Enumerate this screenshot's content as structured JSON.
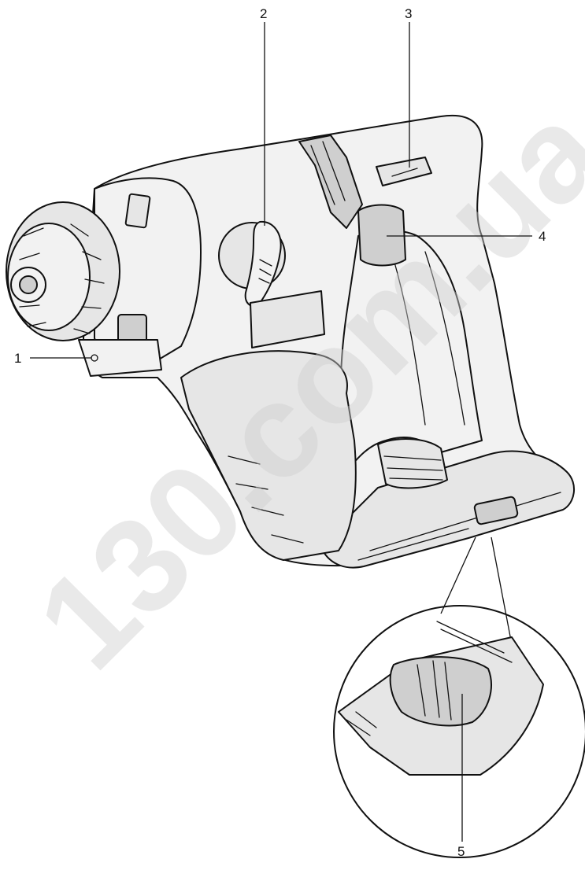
{
  "watermark": "130.com.ua",
  "callouts": {
    "c1": "1",
    "c2": "2",
    "c3": "3",
    "c4": "4",
    "c5": "5"
  }
}
